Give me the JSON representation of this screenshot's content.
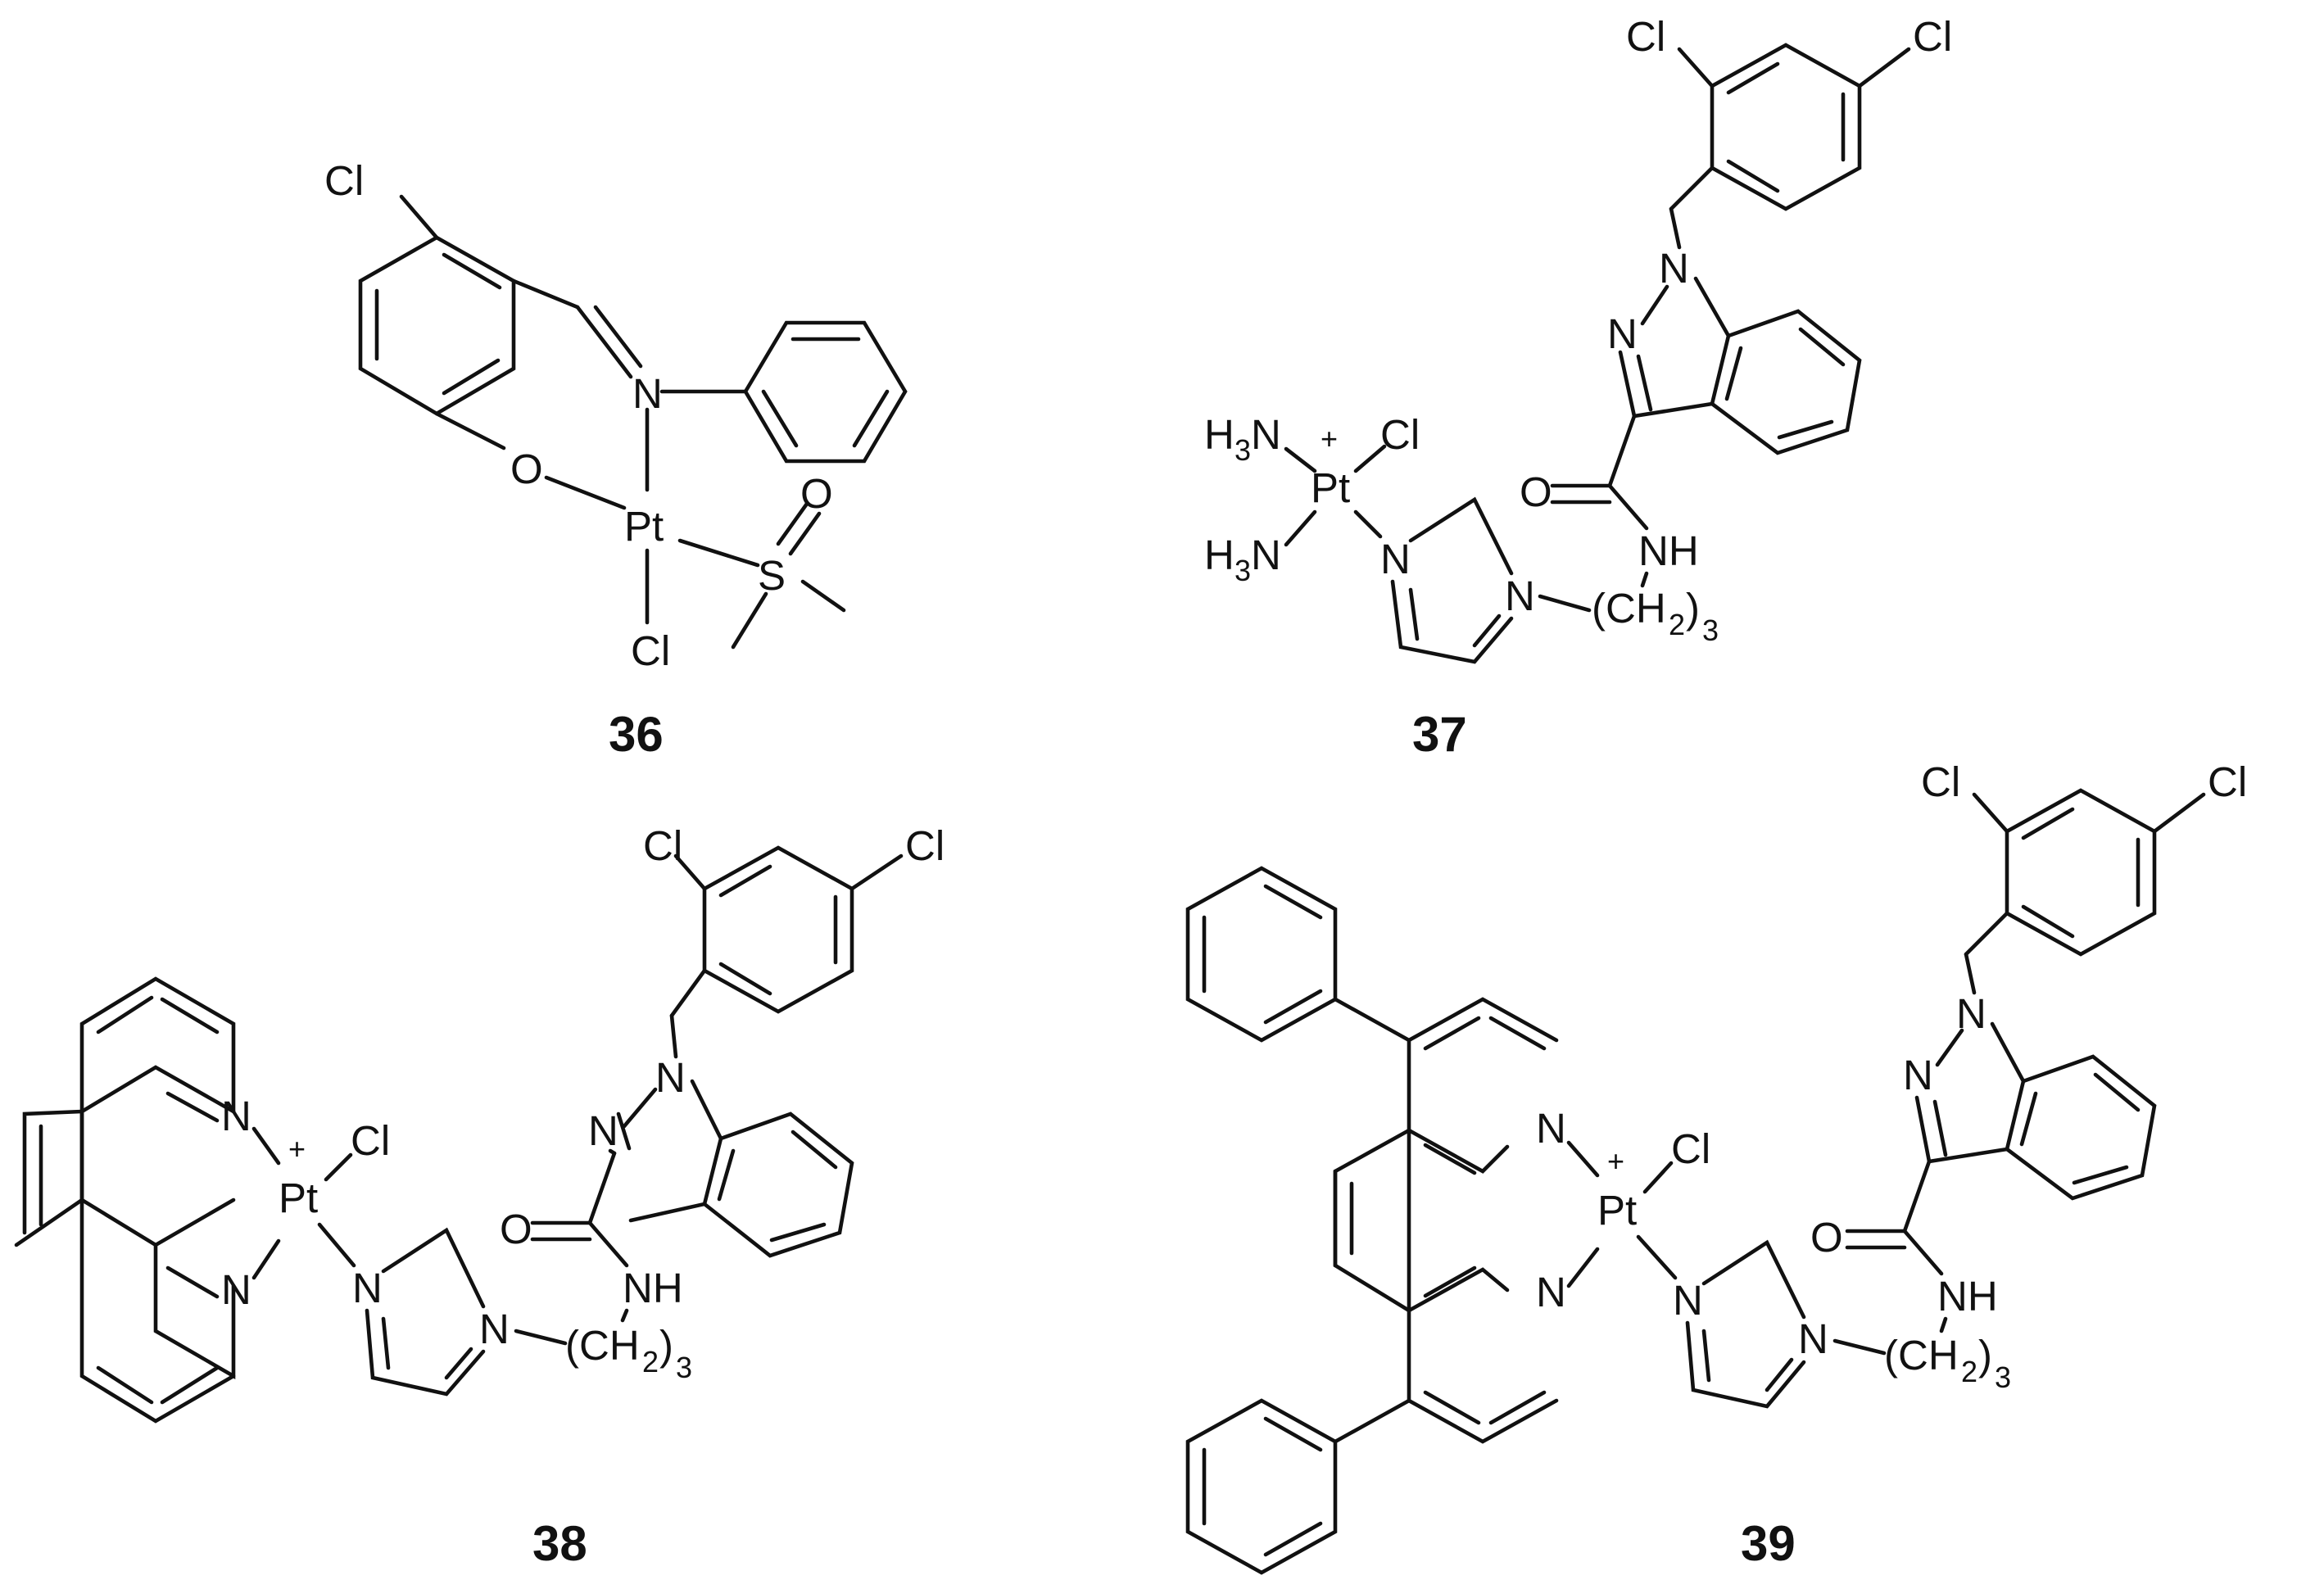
{
  "compounds": [
    {
      "id": "36",
      "atoms": {
        "cl_ring": "Cl",
        "n": "N",
        "o_phen": "O",
        "pt": "Pt",
        "s": "S",
        "o_s": "O",
        "cl_pt": "Cl"
      }
    },
    {
      "id": "37",
      "atoms": {
        "h3n_a": "H",
        "h3n_a_sub": "3",
        "h3n_a_n": "N",
        "pt": "Pt",
        "plus": "+",
        "cl_pt": "Cl",
        "h3n_b": "H",
        "h3n_b_sub": "3",
        "h3n_b_n": "N",
        "im_n1": "N",
        "im_n3": "N",
        "ch2_open": "(CH",
        "ch2_sub": "2",
        "ch2_close": ")",
        "ch2_n": "3",
        "nh": "NH",
        "o": "O",
        "ind_n2": "N",
        "ind_n1": "N",
        "cl_a": "Cl",
        "cl_b": "Cl"
      }
    },
    {
      "id": "38",
      "atoms": {
        "phen_n1": "N",
        "phen_n2": "N",
        "pt": "Pt",
        "plus": "+",
        "cl_pt": "Cl",
        "im_n1": "N",
        "im_n3": "N",
        "ch2_open": "(CH",
        "ch2_sub": "2",
        "ch2_close": ")",
        "ch2_n": "3",
        "nh": "NH",
        "o": "O",
        "ind_n2": "N",
        "ind_n1": "N",
        "cl_a": "Cl",
        "cl_b": "Cl"
      }
    },
    {
      "id": "39",
      "atoms": {
        "phen_n1": "N",
        "phen_n2": "N",
        "pt": "Pt",
        "plus": "+",
        "cl_pt": "Cl",
        "im_n1": "N",
        "im_n3": "N",
        "ch2_open": "(CH",
        "ch2_sub": "2",
        "ch2_close": ")",
        "ch2_n": "3",
        "nh": "NH",
        "o": "O",
        "ind_n2": "N",
        "ind_n1": "N",
        "cl_a": "Cl",
        "cl_b": "Cl"
      }
    }
  ]
}
